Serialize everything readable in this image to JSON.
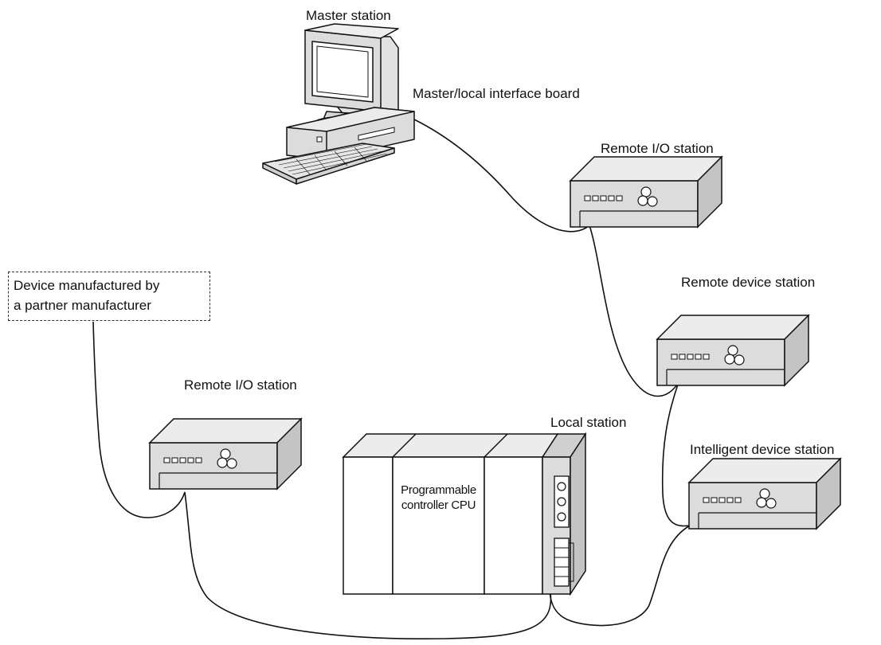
{
  "labels": {
    "master_station": "Master station",
    "interface_board": "Master/local interface board",
    "remote_io_top": "Remote I/O station",
    "remote_device": "Remote device station",
    "partner_line1": "Device manufactured by",
    "partner_line2": "a partner manufacturer",
    "remote_io_left": "Remote I/O station",
    "local_station": "Local station",
    "intelligent_device": "Intelligent device station",
    "cpu_line1": "Programmable",
    "cpu_line2": "controller CPU"
  },
  "colors": {
    "device_gray": "#dcdcdc",
    "device_side": "#c4c4c4",
    "line": "#111111"
  }
}
